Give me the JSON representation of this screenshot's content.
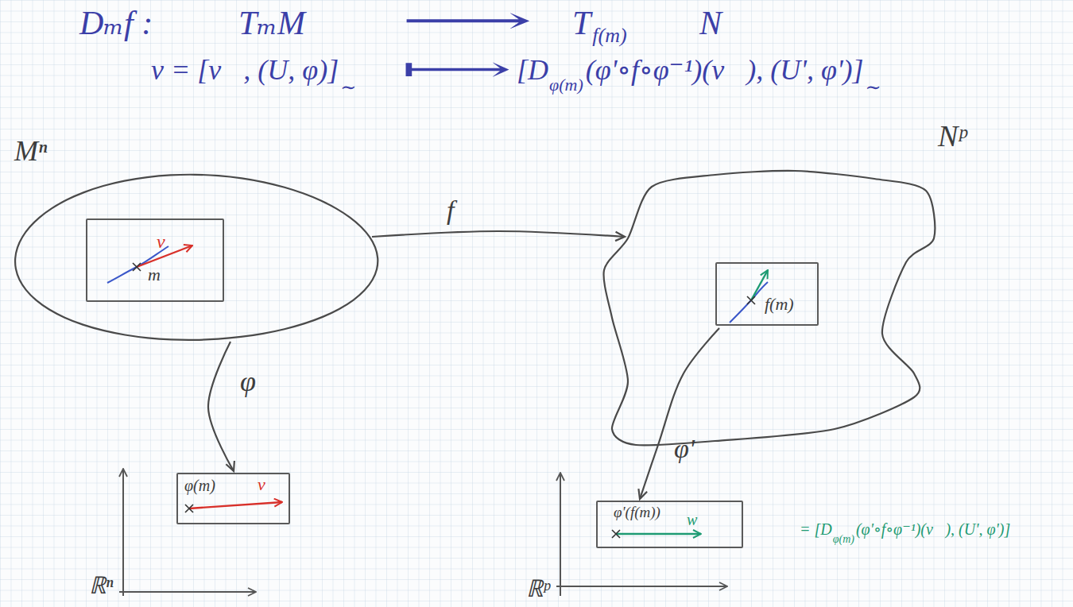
{
  "diagram": {
    "nodes": [
      {
        "text": [
          "Mⁿ"
        ]
      },
      {
        "text": [
          "v",
          "m"
        ],
        "in": 0
      },
      {
        "text": [
          "Nᵖ"
        ]
      },
      {
        "text": [
          "f(m)"
        ],
        "in": 2
      },
      {
        "text": [
          "φ(m)",
          "v⃗"
        ]
      },
      {
        "text": [
          "φ'(f(m))",
          "w⃗"
        ]
      }
    ],
    "edges": [
      {
        "from": 0,
        "to": 2,
        "arrow": "to",
        "label": "f"
      },
      {
        "from": 0,
        "to": 4,
        "arrow": "to",
        "label": "φ"
      },
      {
        "from": 3,
        "to": 5,
        "arrow": "to",
        "label": "φ'"
      }
    ],
    "labels": [
      "Dₘf :",
      "TₘM",
      "⟶",
      "T",
      "f(m)",
      "N",
      "v = [v⃗, (U, φ)]",
      "∼",
      "⟼",
      "[D",
      "φ(m)",
      "(φ'∘f∘φ⁻¹)(v⃗), (U', φ')]",
      "∼",
      "ℝⁿ",
      "ℝᵖ",
      "= [D",
      "φ(m)",
      "(φ'∘f∘φ⁻¹)(v⃗), (U', φ')]"
    ]
  }
}
